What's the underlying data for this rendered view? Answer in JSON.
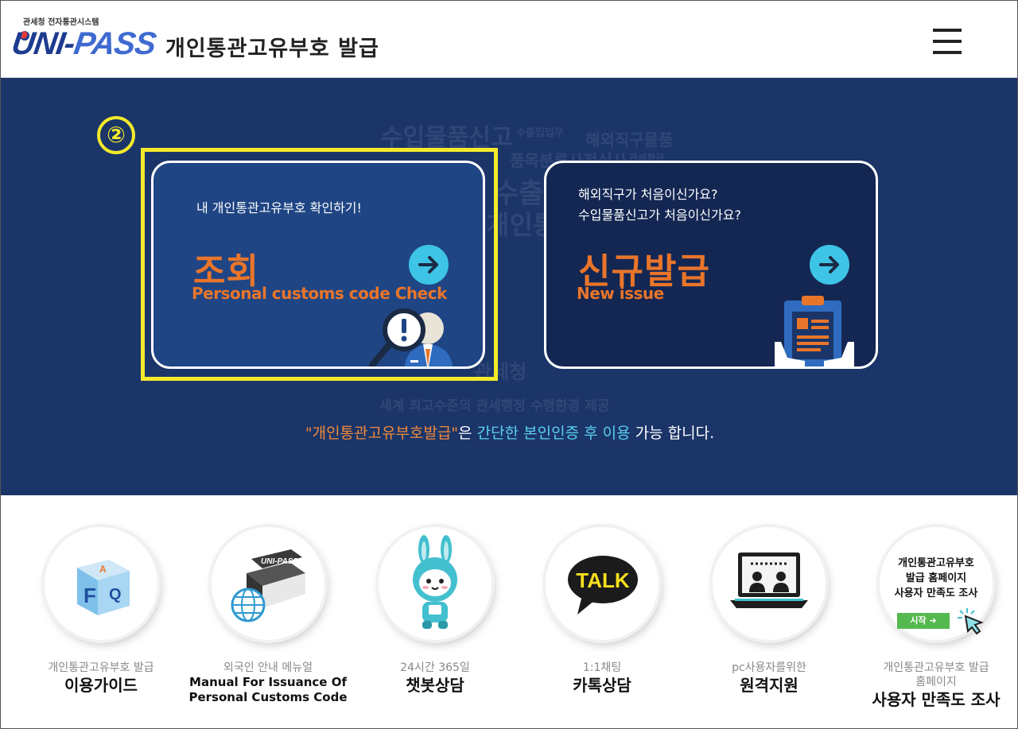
{
  "header": {
    "logo_sub": "관세청 전자통관시스템",
    "logo_uni": "UNI-",
    "logo_pass": "PASS",
    "title": "개인통관고유부호 발급",
    "menu_icon": "hamburger-menu-icon"
  },
  "hero": {
    "step_badge": "②",
    "background_words": [
      "수입물품신고",
      "수출입업무",
      "해외직구물품",
      "품목분류사전심사",
      "관세환급",
      "수출",
      "개인통관",
      "관세청",
      "세계 최고수준의 관세행정 수행환경 제공"
    ],
    "lookup_card": {
      "desc": "내 개인통관고유부호 확인하기!",
      "title": "조회",
      "subtitle": "Personal customs code Check",
      "arrow_icon": "arrow-right-icon",
      "illustration": "magnifier-person-icon"
    },
    "new_card": {
      "desc_line1": "해외직구가 처음이신가요?",
      "desc_line2": "수입물품신고가 처음이신가요?",
      "title": "신규발급",
      "subtitle": "New issue",
      "arrow_icon": "arrow-right-icon",
      "illustration": "clipboard-hands-icon"
    },
    "notice": {
      "quoted": "\"개인통관고유부호발급\"",
      "part1": "은 ",
      "highlight": "간단한 본인인증 후 이용",
      "part2": " 가능 합니다."
    }
  },
  "services": [
    {
      "small": "개인통관고유부호 발급",
      "big": "이용가이드",
      "icon": "faq-cube-icon"
    },
    {
      "small": "외국인 안내 메뉴얼",
      "manual_line1": "Manual For Issuance Of",
      "manual_line2": "Personal Customs Code",
      "icon": "globe-books-icon",
      "book_label": "UNI-PASS"
    },
    {
      "small": "24시간 365일",
      "big": "챗봇상담",
      "icon": "chatbot-rabbit-icon"
    },
    {
      "small": "1:1채팅",
      "big": "카톡상담",
      "icon": "kakao-talk-icon",
      "bubble": "TALK"
    },
    {
      "small": "pc사용자를위한",
      "big": "원격지원",
      "icon": "remote-support-icon"
    },
    {
      "small_line1": "개인통관고유부호 발급",
      "small_line2": "홈페이지",
      "big": "사용자 만족도 조사",
      "icon": "survey-click-icon",
      "circle_line1": "개인통관고유부호",
      "circle_line2": "발급 홈페이지",
      "circle_line3": "사용자 만족도 조사",
      "start": "시작 ➜"
    }
  ],
  "colors": {
    "hero_bg": "#1b3569",
    "accent_orange": "#e9752a",
    "highlight_yellow": "#f4ea2a",
    "arrow_cyan": "#3ec4e6"
  }
}
